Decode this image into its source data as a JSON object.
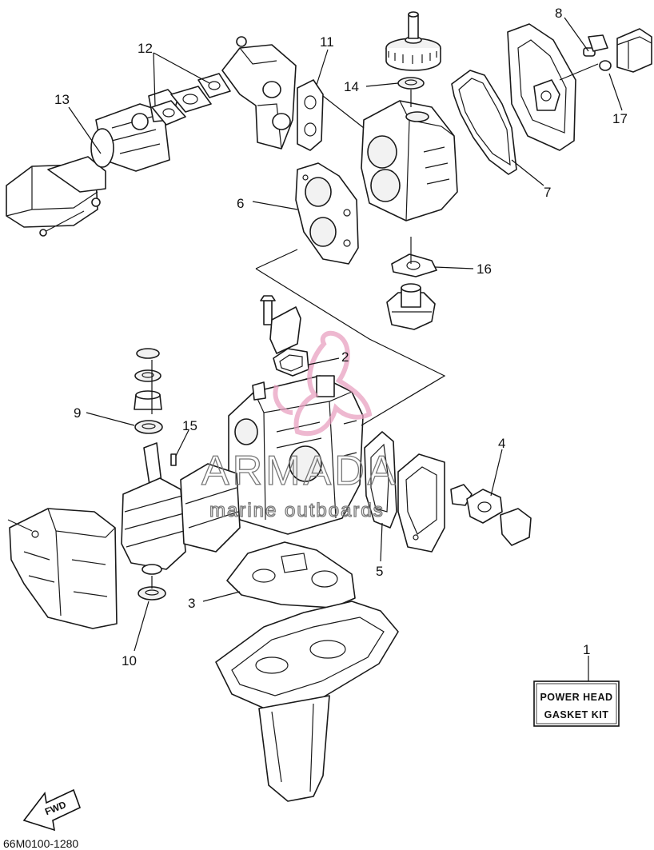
{
  "callouts": {
    "c1": "1",
    "c2": "2",
    "c3": "3",
    "c4": "4",
    "c5": "5",
    "c6": "6",
    "c7": "7",
    "c8": "8",
    "c9": "9",
    "c10": "10",
    "c11": "11",
    "c12": "12",
    "c13": "13",
    "c14": "14",
    "c15": "15",
    "c16": "16",
    "c17": "17"
  },
  "kit_label": {
    "line1": "POWER HEAD",
    "line2": "GASKET KIT"
  },
  "direction_label": "FWD",
  "diagram_code": "66M0100-1280",
  "watermark": {
    "brand": "ARMADA",
    "tagline": "marine outboards",
    "logo_color": "#e8a0c0"
  }
}
